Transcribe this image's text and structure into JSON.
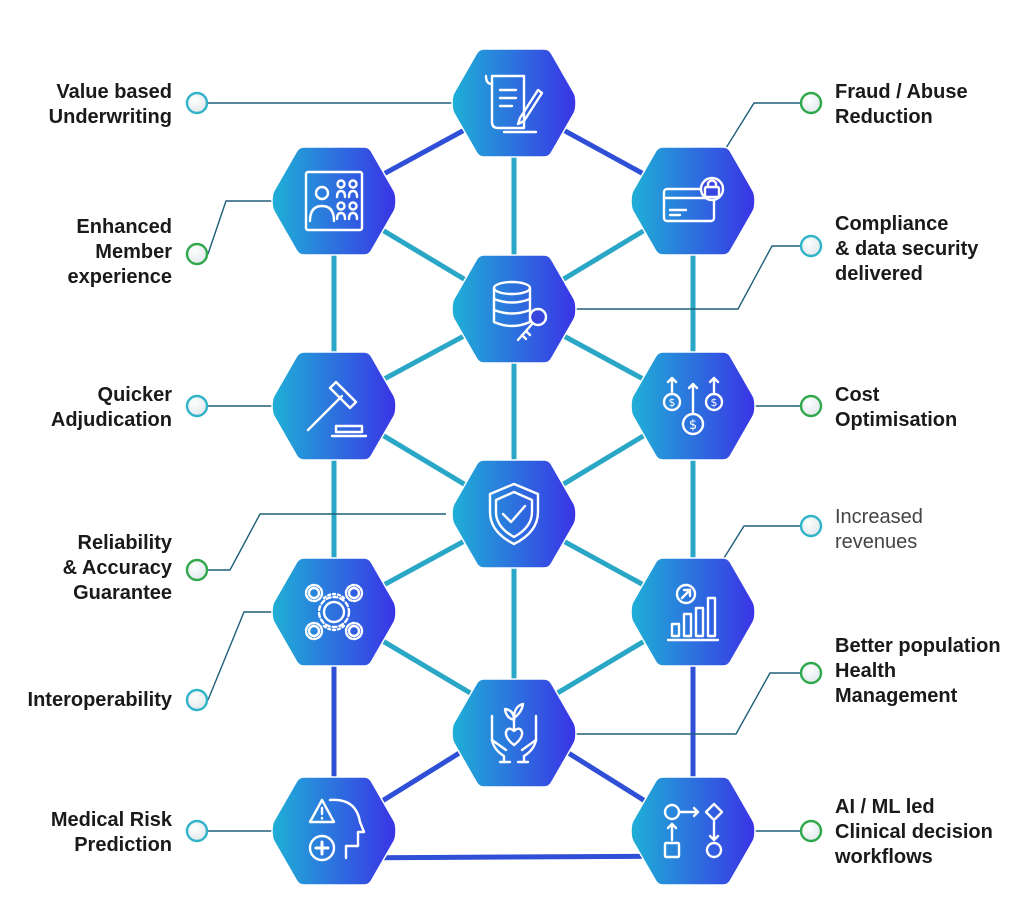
{
  "colors": {
    "hex_start": "#1fb0d6",
    "hex_end": "#3a33e6",
    "link_teal": "#2aa7c6",
    "link_blue": "#2f4fd6",
    "leader": "#1f5f7a",
    "dot_teal": "#2fb3c9",
    "dot_green": "#2ea84a"
  },
  "hexagons": [
    {
      "id": "underwriting",
      "icon": "document-pen-icon"
    },
    {
      "id": "member",
      "icon": "family-portrait-icon"
    },
    {
      "id": "fraud",
      "icon": "locked-credit-card-icon"
    },
    {
      "id": "security",
      "icon": "database-key-icon"
    },
    {
      "id": "adjudication",
      "icon": "gavel-icon"
    },
    {
      "id": "cost",
      "icon": "dollar-arrows-icon"
    },
    {
      "id": "reliability",
      "icon": "shield-check-icon"
    },
    {
      "id": "interop",
      "icon": "gears-cycle-icon"
    },
    {
      "id": "revenues",
      "icon": "growth-bar-chart-icon"
    },
    {
      "id": "population",
      "icon": "hands-heart-plant-icon"
    },
    {
      "id": "risk",
      "icon": "head-warning-medical-icon"
    },
    {
      "id": "aiml",
      "icon": "workflow-flowchart-icon"
    }
  ],
  "labels": {
    "value_based": "Value based\nUnderwriting",
    "enhanced_member": "Enhanced\nMember\nexperience",
    "quicker_adjudication": "Quicker\nAdjudication",
    "reliability": "Reliability\n& Accuracy\nGuarantee",
    "interoperability": "Interoperability",
    "medical_risk": "Medical Risk\nPrediction",
    "fraud": "Fraud / Abuse\nReduction",
    "compliance": "Compliance\n& data security\ndelivered",
    "cost": "Cost\nOptimisation",
    "revenues": "Increased\nrevenues",
    "population": "Better population\nHealth\nManagement",
    "aiml": "AI / ML led\nClinical decision\nworkflows"
  }
}
